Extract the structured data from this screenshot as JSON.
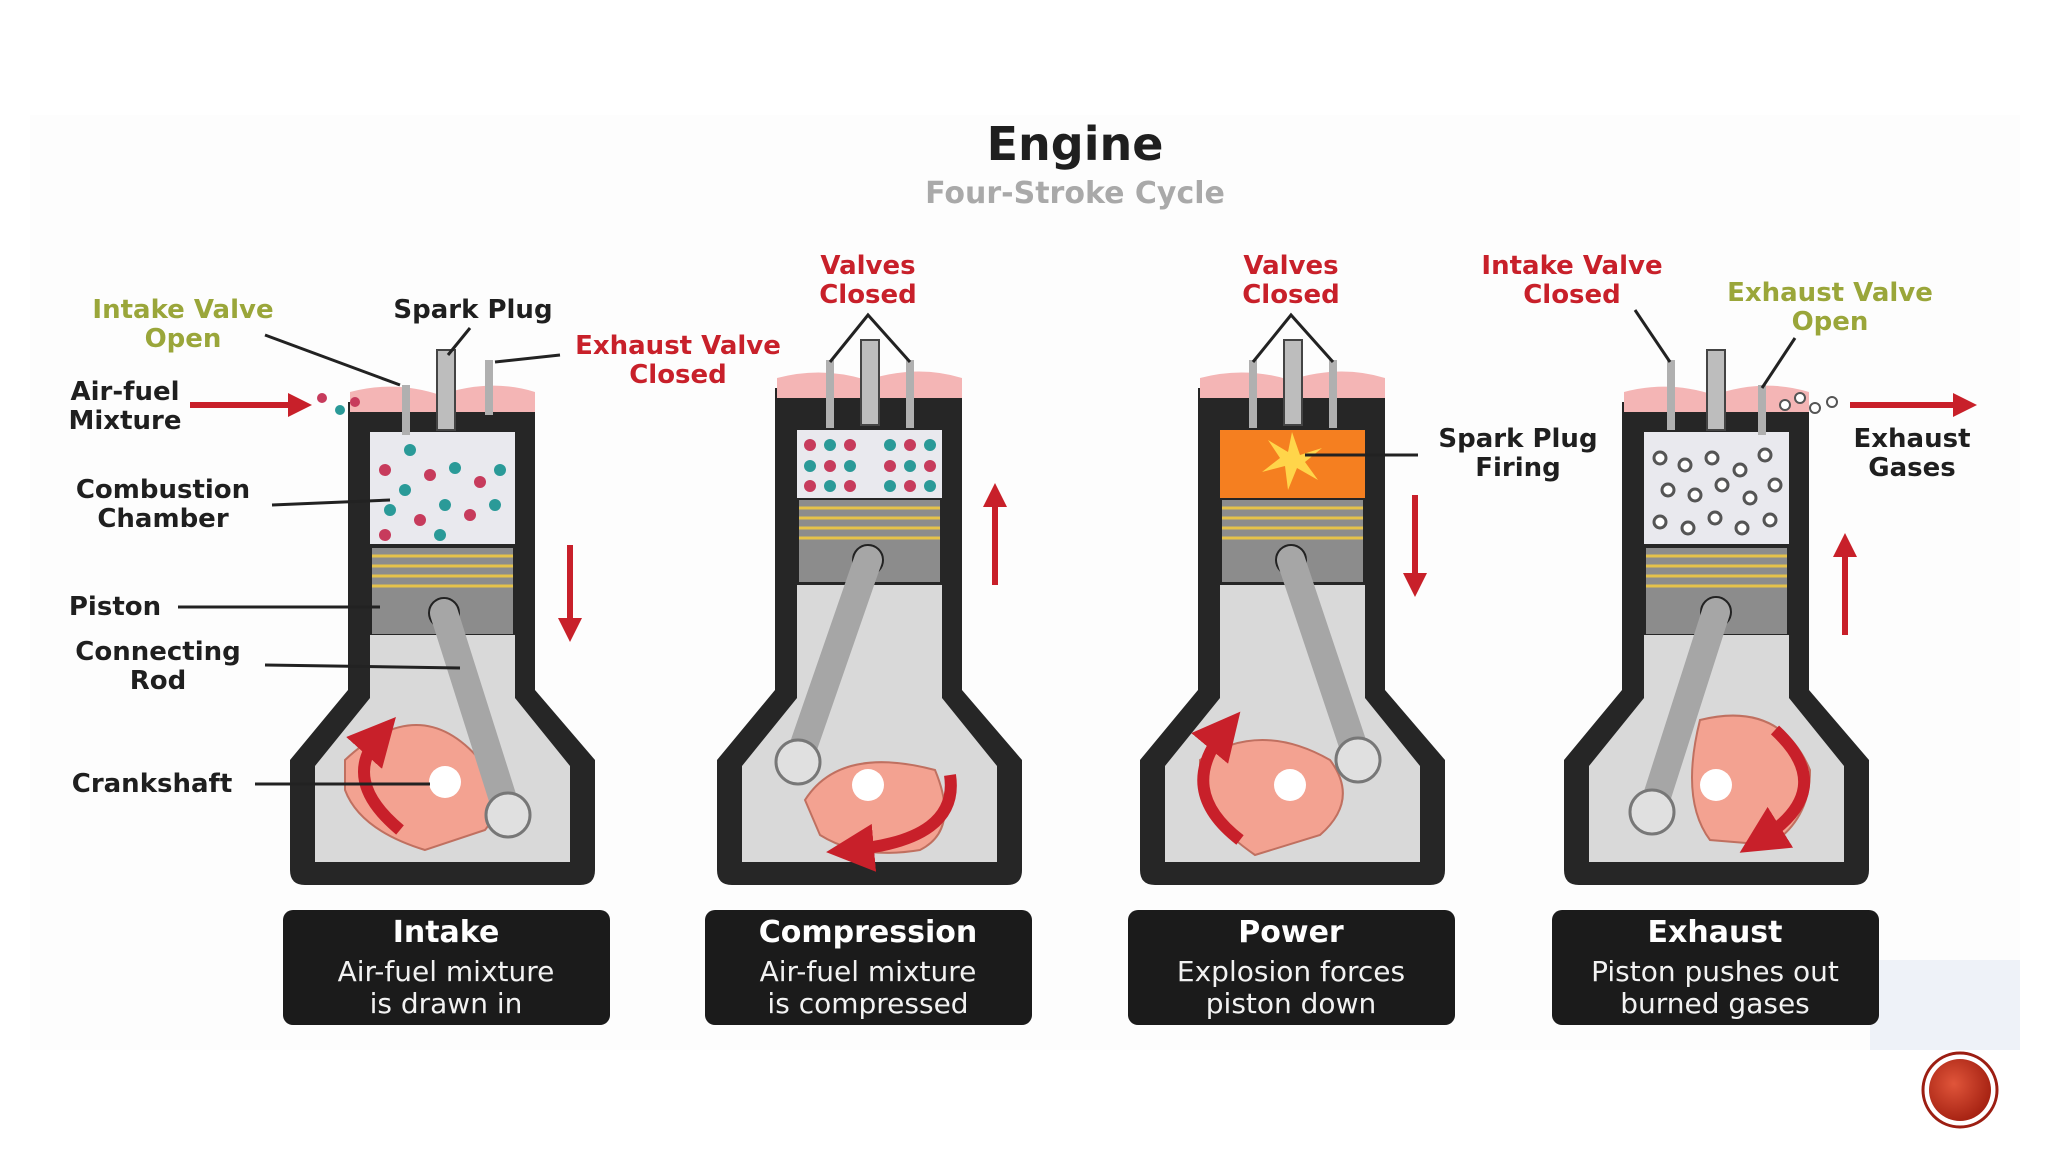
{
  "title": "Engine",
  "subtitle": "Four-Stroke Cycle",
  "colors": {
    "red": "#c8202a",
    "green": "#9aa63a",
    "dark": "#262626",
    "chamber": "#e9e9ee",
    "crank": "#f3a291",
    "flame": "#f57f20",
    "slide_button": "#c8341e"
  },
  "labels": {
    "intake_valve_open": [
      "Intake Valve",
      "Open"
    ],
    "spark_plug": "Spark Plug",
    "exhaust_valve_closed": [
      "Exhaust Valve",
      "Closed"
    ],
    "air_fuel_mixture": [
      "Air-fuel",
      "Mixture"
    ],
    "combustion_chamber": [
      "Combustion",
      "Chamber"
    ],
    "piston": "Piston",
    "connecting_rod": [
      "Connecting",
      "Rod"
    ],
    "crankshaft": "Crankshaft",
    "valves_closed_2": [
      "Valves",
      "Closed"
    ],
    "valves_closed_3": [
      "Valves",
      "Closed"
    ],
    "spark_plug_firing": [
      "Spark Plug",
      "Firing"
    ],
    "intake_valve_closed": [
      "Intake Valve",
      "Closed"
    ],
    "exhaust_valve_open": [
      "Exhaust Valve",
      "Open"
    ],
    "exhaust_gases": [
      "Exhaust",
      "Gases"
    ]
  },
  "strokes": [
    {
      "name": "Intake",
      "desc": [
        "Air-fuel mixture",
        "is drawn in"
      ],
      "piston_motion": "down"
    },
    {
      "name": "Compression",
      "desc": [
        "Air-fuel mixture",
        "is compressed"
      ],
      "piston_motion": "up"
    },
    {
      "name": "Power",
      "desc": [
        "Explosion forces",
        "piston down"
      ],
      "piston_motion": "down"
    },
    {
      "name": "Exhaust",
      "desc": [
        "Piston pushes out",
        "burned gases"
      ],
      "piston_motion": "up"
    }
  ]
}
